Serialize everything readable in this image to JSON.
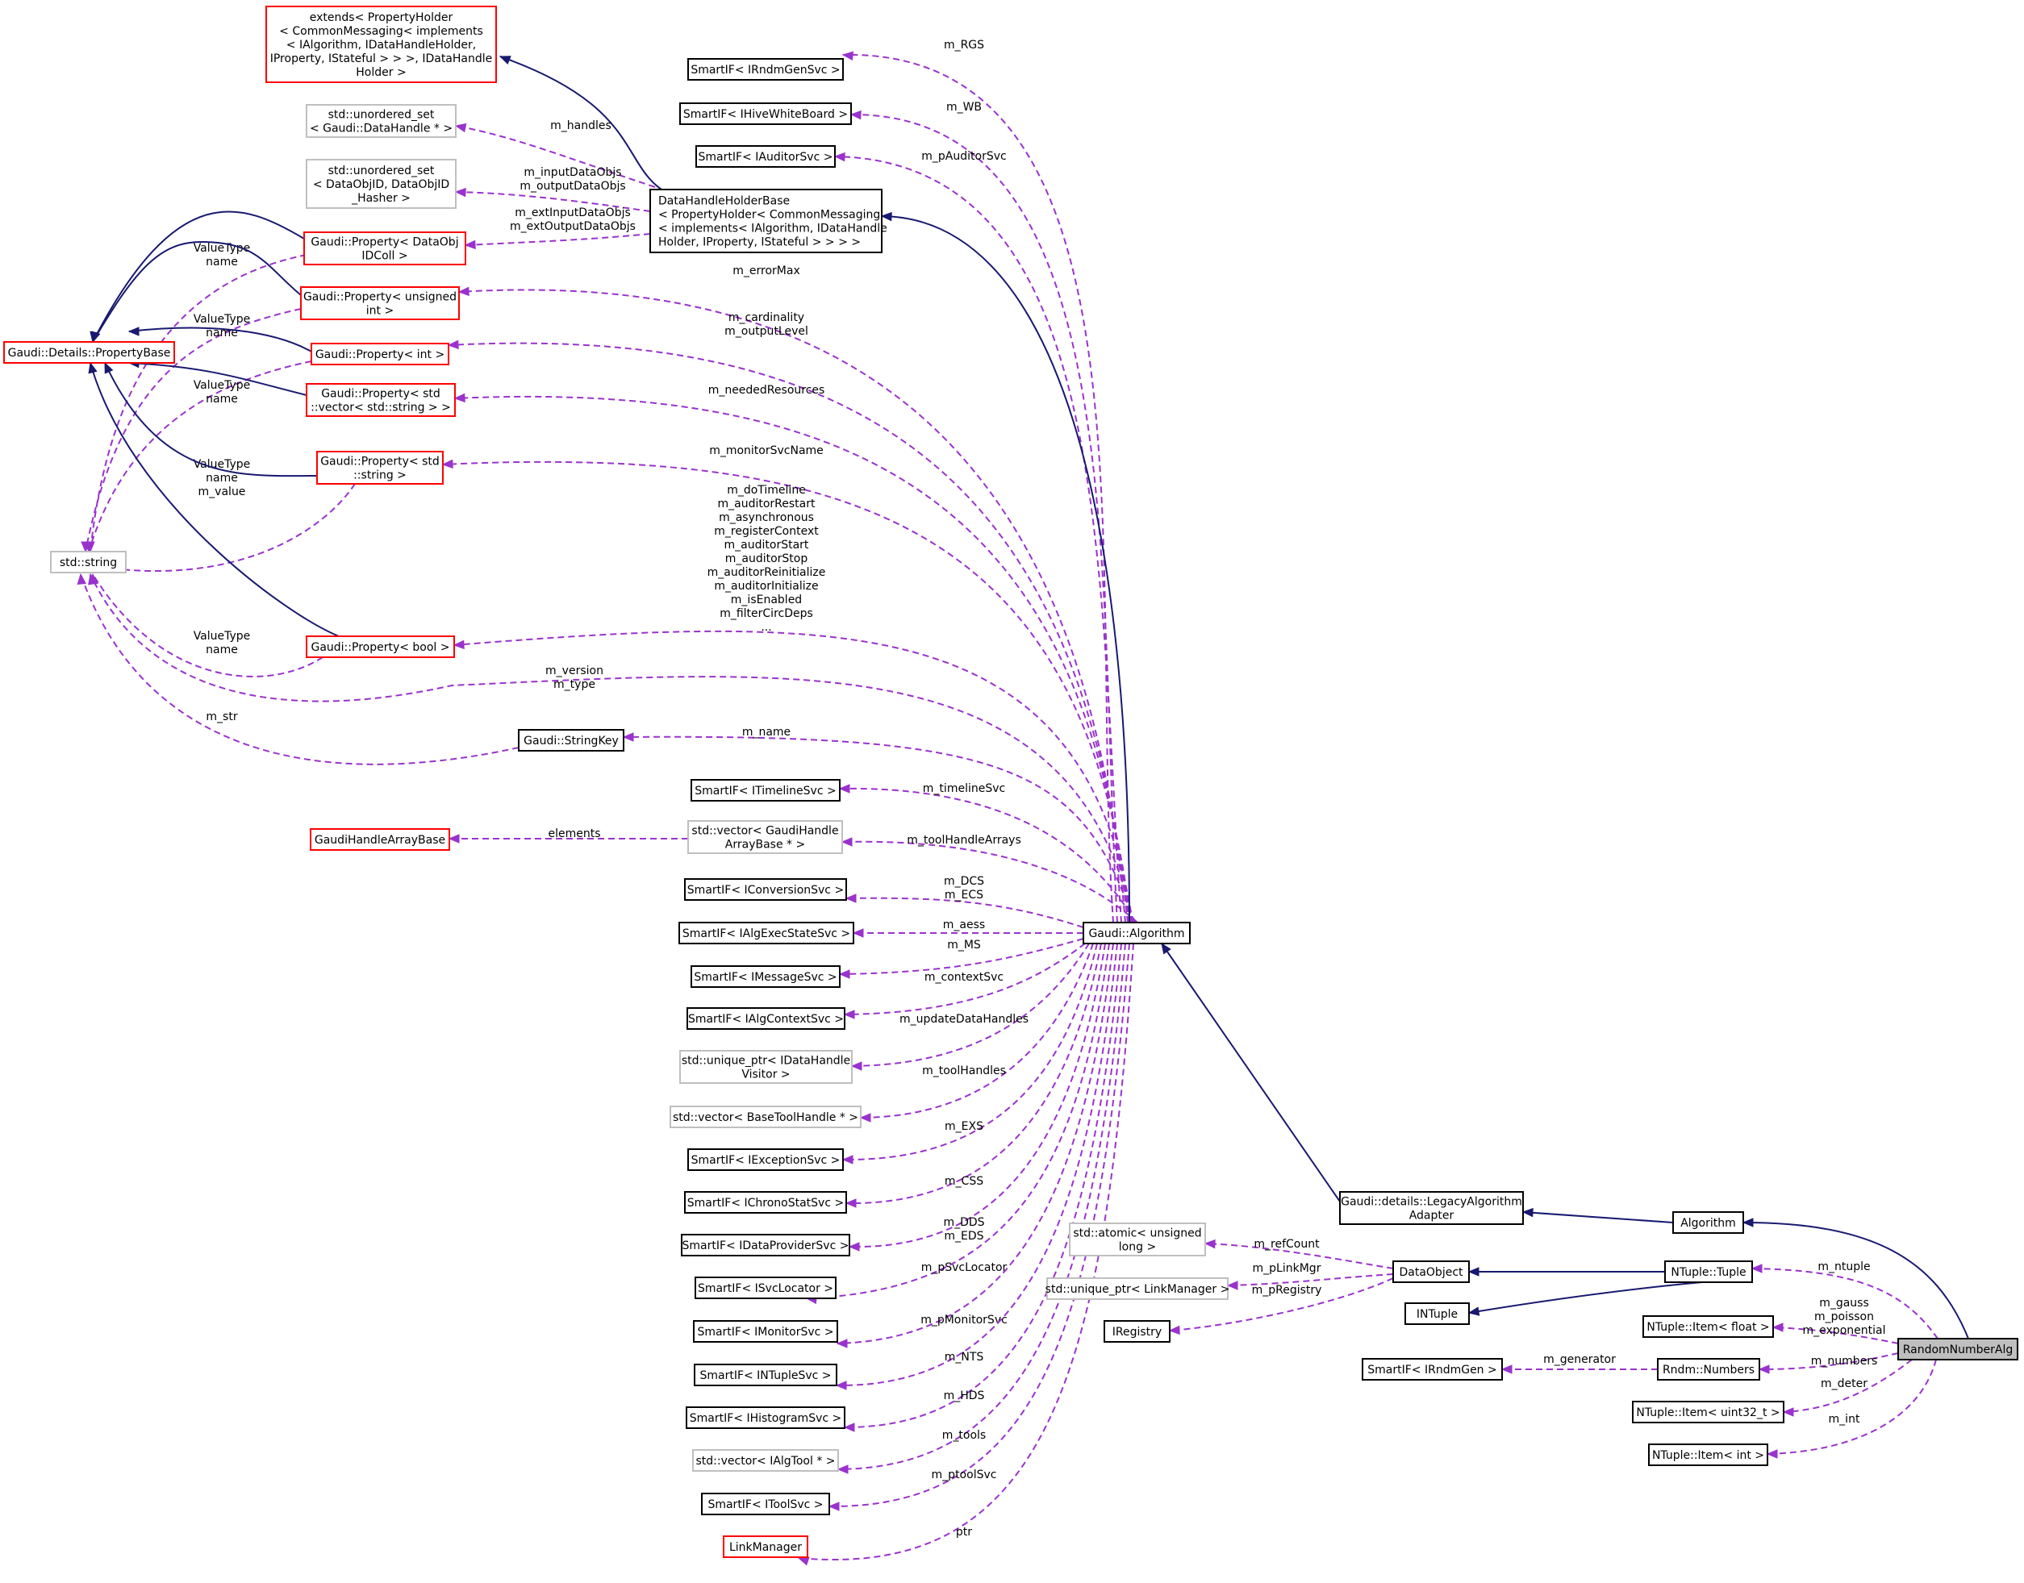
{
  "nodes": {
    "extends_ph": {
      "lines": [
        "extends< PropertyHolder",
        "< CommonMessaging< implements",
        "< IAlgorithm, IDataHandleHolder,",
        "IProperty, IStateful > > >, IDataHandle",
        "Holder >"
      ],
      "border": "red"
    },
    "unordered_set_dh": {
      "lines": [
        "std::unordered_set",
        "< Gaudi::DataHandle * >"
      ],
      "border": "gray"
    },
    "unordered_set_dobj": {
      "lines": [
        "std::unordered_set",
        "< DataObjID, DataObjID",
        "_Hasher >"
      ],
      "border": "gray"
    },
    "prop_dataobj": {
      "lines": [
        "Gaudi::Property< DataObj",
        "IDColl >"
      ],
      "border": "red"
    },
    "prop_uint": {
      "lines": [
        "Gaudi::Property< unsigned",
        "int >"
      ],
      "border": "red"
    },
    "propbase": {
      "lines": [
        "Gaudi::Details::PropertyBase"
      ],
      "border": "red"
    },
    "prop_int": {
      "lines": [
        "Gaudi::Property< int >"
      ],
      "border": "red"
    },
    "prop_vecstr": {
      "lines": [
        "Gaudi::Property< std",
        "::vector< std::string > >"
      ],
      "border": "red"
    },
    "prop_string": {
      "lines": [
        "Gaudi::Property< std",
        "::string >"
      ],
      "border": "red"
    },
    "stdstring": {
      "lines": [
        "std::string"
      ],
      "border": "gray"
    },
    "prop_bool": {
      "lines": [
        "Gaudi::Property< bool >"
      ],
      "border": "red"
    },
    "stringkey": {
      "lines": [
        "Gaudi::StringKey"
      ],
      "border": "black"
    },
    "gaudihandlearraybase": {
      "lines": [
        "GaudiHandleArrayBase"
      ],
      "border": "red"
    },
    "rndmgensvc": {
      "lines": [
        "SmartIF< IRndmGenSvc >"
      ],
      "border": "black"
    },
    "hivewb": {
      "lines": [
        "SmartIF< IHiveWhiteBoard >"
      ],
      "border": "black"
    },
    "auditorsvc": {
      "lines": [
        "SmartIF< IAuditorSvc >"
      ],
      "border": "black"
    },
    "dhhb": {
      "lines": [
        "DataHandleHolderBase",
        "< PropertyHolder< CommonMessaging",
        "< implements< IAlgorithm, IDataHandle",
        "Holder, IProperty, IStateful > > > >"
      ],
      "border": "black"
    },
    "timelinesvc": {
      "lines": [
        "SmartIF< ITimelineSvc >"
      ],
      "border": "black"
    },
    "vec_gha": {
      "lines": [
        "std::vector< GaudiHandle",
        "ArrayBase * >"
      ],
      "border": "gray"
    },
    "conversionsvc": {
      "lines": [
        "SmartIF< IConversionSvc >"
      ],
      "border": "black"
    },
    "algexec": {
      "lines": [
        "SmartIF< IAlgExecStateSvc >"
      ],
      "border": "black"
    },
    "messagesvc": {
      "lines": [
        "SmartIF< IMessageSvc >"
      ],
      "border": "black"
    },
    "algcontext": {
      "lines": [
        "SmartIF< IAlgContextSvc >"
      ],
      "border": "black"
    },
    "uptr_dhv": {
      "lines": [
        "std::unique_ptr< IDataHandle",
        "Visitor >"
      ],
      "border": "gray"
    },
    "vec_btool": {
      "lines": [
        "std::vector< BaseToolHandle * >"
      ],
      "border": "gray"
    },
    "exceptionsvc": {
      "lines": [
        "SmartIF< IExceptionSvc >"
      ],
      "border": "black"
    },
    "chronostat": {
      "lines": [
        "SmartIF< IChronoStatSvc >"
      ],
      "border": "black"
    },
    "dataprovider": {
      "lines": [
        "SmartIF< IDataProviderSvc >"
      ],
      "border": "black"
    },
    "svclocator": {
      "lines": [
        "SmartIF< ISvcLocator >"
      ],
      "border": "black"
    },
    "monitorsvc": {
      "lines": [
        "SmartIF< IMonitorSvc >"
      ],
      "border": "black"
    },
    "ntuplesvc": {
      "lines": [
        "SmartIF< INTupleSvc >"
      ],
      "border": "black"
    },
    "histogramsvc": {
      "lines": [
        "SmartIF< IHistogramSvc >"
      ],
      "border": "black"
    },
    "vec_algtool": {
      "lines": [
        "std::vector< IAlgTool * >"
      ],
      "border": "gray"
    },
    "toolsvc": {
      "lines": [
        "SmartIF< IToolSvc >"
      ],
      "border": "black"
    },
    "linkmanager": {
      "lines": [
        "LinkManager"
      ],
      "border": "red"
    },
    "gaudialgorithm": {
      "lines": [
        "Gaudi::Algorithm"
      ],
      "border": "black"
    },
    "legacyadapter": {
      "lines": [
        "Gaudi::details::LegacyAlgorithm",
        "Adapter"
      ],
      "border": "black"
    },
    "algorithm": {
      "lines": [
        "Algorithm"
      ],
      "border": "black"
    },
    "atomic": {
      "lines": [
        "std::atomic< unsigned",
        "long >"
      ],
      "border": "gray"
    },
    "uptr_lm": {
      "lines": [
        "std::unique_ptr< LinkManager >"
      ],
      "border": "gray"
    },
    "iregistry": {
      "lines": [
        "IRegistry"
      ],
      "border": "black"
    },
    "dataobject": {
      "lines": [
        "DataObject"
      ],
      "border": "black"
    },
    "ntuple_tuple": {
      "lines": [
        "NTuple::Tuple"
      ],
      "border": "black"
    },
    "intuple": {
      "lines": [
        "INTuple"
      ],
      "border": "black"
    },
    "item_float": {
      "lines": [
        "NTuple::Item< float >"
      ],
      "border": "black"
    },
    "irndmgen": {
      "lines": [
        "SmartIF< IRndmGen >"
      ],
      "border": "black"
    },
    "rndm_numbers": {
      "lines": [
        "Rndm::Numbers"
      ],
      "border": "black"
    },
    "item_uint32": {
      "lines": [
        "NTuple::Item< uint32_t >"
      ],
      "border": "black"
    },
    "item_int": {
      "lines": [
        "NTuple::Item< int >"
      ],
      "border": "black"
    },
    "randomnumberalg": {
      "lines": [
        "RandomNumberAlg"
      ],
      "border": "focus"
    }
  },
  "edges": {
    "e_dhhb_extends": {
      "labels": []
    },
    "e_handles": {
      "labels": [
        "m_handles"
      ]
    },
    "e_inoutobjs": {
      "labels": [
        "m_inputDataObjs",
        "m_outputDataObjs"
      ]
    },
    "e_extinout": {
      "labels": [
        "m_extInputDataObjs",
        "m_extOutputDataObjs"
      ]
    },
    "e_rgs": {
      "labels": [
        "m_RGS"
      ]
    },
    "e_wb": {
      "labels": [
        "m_WB"
      ]
    },
    "e_pauditor": {
      "labels": [
        "m_pAuditorSvc"
      ]
    },
    "e_errormax": {
      "labels": [
        "m_errorMax"
      ]
    },
    "e_cardinality": {
      "labels": [
        "m_cardinality",
        "m_outputLevel"
      ]
    },
    "e_needed": {
      "labels": [
        "m_neededResources"
      ]
    },
    "e_monitorname": {
      "labels": [
        "m_monitorSvcName"
      ]
    },
    "e_bools": {
      "labels": [
        "m_doTimeline",
        "m_auditorRestart",
        "m_asynchronous",
        "m_registerContext",
        "m_auditorStart",
        "m_auditorStop",
        "m_auditorReinitialize",
        "m_auditorInitialize",
        "m_isEnabled",
        "m_filterCircDeps",
        "..."
      ]
    },
    "e_version": {
      "labels": [
        "m_version",
        "m_type"
      ]
    },
    "e_name": {
      "labels": [
        "m_name"
      ]
    },
    "e_str": {
      "labels": [
        "m_str"
      ]
    },
    "e_timeline": {
      "labels": [
        "m_timelineSvc"
      ]
    },
    "e_elements": {
      "labels": [
        "elements"
      ]
    },
    "e_toolarrays": {
      "labels": [
        "m_toolHandleArrays"
      ]
    },
    "e_dcs": {
      "labels": [
        "m_DCS",
        "m_ECS"
      ]
    },
    "e_aess": {
      "labels": [
        "m_aess"
      ]
    },
    "e_ms": {
      "labels": [
        "m_MS"
      ]
    },
    "e_context": {
      "labels": [
        "m_contextSvc"
      ]
    },
    "e_update": {
      "labels": [
        "m_updateDataHandles"
      ]
    },
    "e_toolhandles": {
      "labels": [
        "m_toolHandles"
      ]
    },
    "e_exs": {
      "labels": [
        "m_EXS"
      ]
    },
    "e_css": {
      "labels": [
        "m_CSS"
      ]
    },
    "e_dds": {
      "labels": [
        "m_DDS",
        "m_EDS"
      ]
    },
    "e_psvc": {
      "labels": [
        "m_pSvcLocator"
      ]
    },
    "e_pmon": {
      "labels": [
        "m_pMonitorSvc"
      ]
    },
    "e_nts": {
      "labels": [
        "m_NTS"
      ]
    },
    "e_hds": {
      "labels": [
        "m_HDS"
      ]
    },
    "e_tools": {
      "labels": [
        "m_tools"
      ]
    },
    "e_ptoolsvc": {
      "labels": [
        "m_ptoolSvc"
      ]
    },
    "e_ptr": {
      "labels": [
        "ptr"
      ]
    },
    "e_refcount": {
      "labels": [
        "m_refCount"
      ]
    },
    "e_plinkmgr": {
      "labels": [
        "m_pLinkMgr"
      ]
    },
    "e_pregistry": {
      "labels": [
        "m_pRegistry"
      ]
    },
    "e_generator": {
      "labels": [
        "m_generator"
      ]
    },
    "e_ntuple": {
      "labels": [
        "m_ntuple"
      ]
    },
    "e_gauss": {
      "labels": [
        "m_gauss",
        "m_poisson",
        "m_exponential"
      ]
    },
    "e_numbers": {
      "labels": [
        "m_numbers"
      ]
    },
    "e_deter": {
      "labels": [
        "m_deter"
      ]
    },
    "e_int": {
      "labels": [
        "m_int"
      ]
    },
    "e_vt1": {
      "labels": [
        "ValueType",
        "name"
      ]
    },
    "e_vt2": {
      "labels": [
        "ValueType",
        "name"
      ]
    },
    "e_vt3": {
      "labels": [
        "ValueType",
        "name"
      ]
    },
    "e_vt4": {
      "labels": [
        "ValueType",
        "name",
        "m_value"
      ]
    },
    "e_vt5": {
      "labels": [
        "ValueType",
        "name"
      ]
    }
  },
  "colors": {
    "inheritance": "#191970",
    "usage": "#9a32cd",
    "focus_fill": "#bfbfbf",
    "red_border": "#ff0000",
    "gray_border": "#bfbfbf"
  }
}
